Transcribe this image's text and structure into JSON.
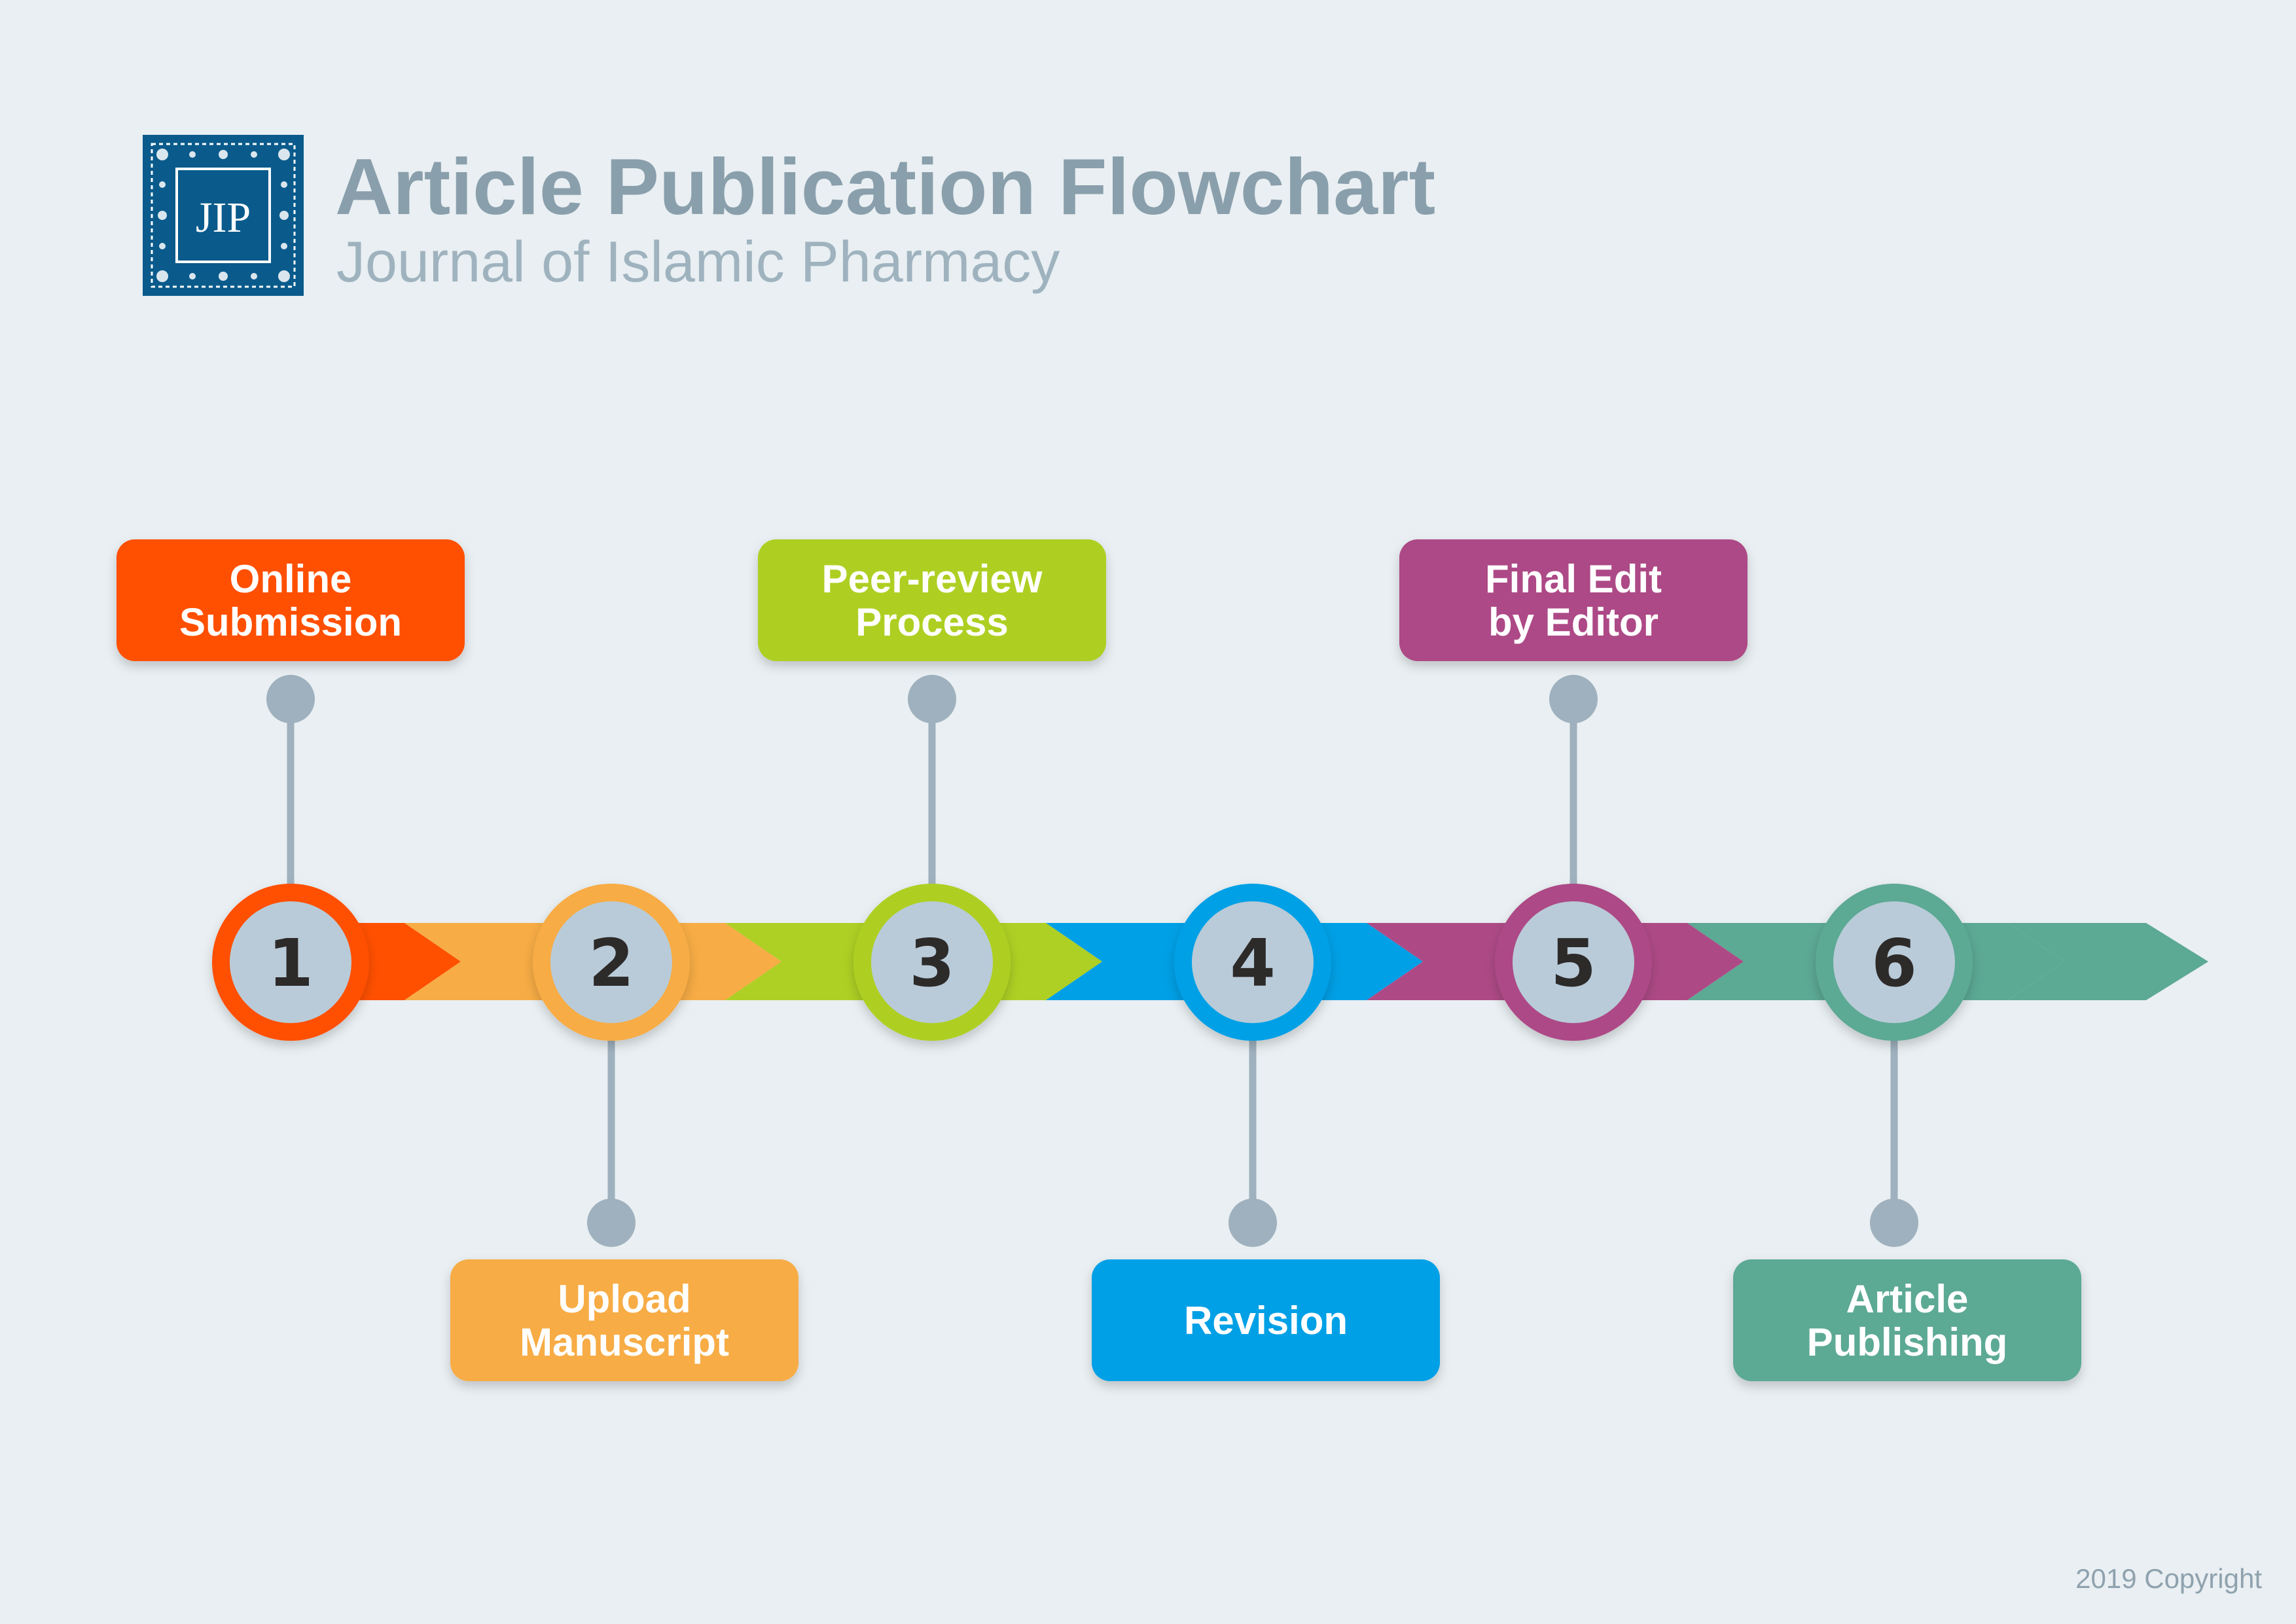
{
  "header": {
    "logo_text": "JIP",
    "title": "Article Publication Flowchart",
    "subtitle": "Journal of Islamic Pharmacy"
  },
  "footer": {
    "copyright": "2019 Copyright"
  },
  "colors": {
    "background": "#e9eff2",
    "connector": "#9fb1be",
    "node_fill": "#b9cbd8",
    "logo": "#0a5b8c"
  },
  "steps": [
    {
      "number": "1",
      "label_lines": [
        "Online",
        "Submission"
      ],
      "color": "#ff5000",
      "position": "top"
    },
    {
      "number": "2",
      "label_lines": [
        "Upload",
        "Manuscript"
      ],
      "color": "#f7ac45",
      "position": "bottom"
    },
    {
      "number": "3",
      "label_lines": [
        "Peer-review",
        "Process"
      ],
      "color": "#aecf24",
      "position": "top"
    },
    {
      "number": "4",
      "label_lines": [
        "Revision"
      ],
      "color": "#00a0e6",
      "position": "bottom"
    },
    {
      "number": "5",
      "label_lines": [
        "Final Edit",
        "by Editor"
      ],
      "color": "#ad4a86",
      "position": "top"
    },
    {
      "number": "6",
      "label_lines": [
        "Article",
        "Publishing"
      ],
      "color": "#5ca994",
      "position": "bottom"
    }
  ]
}
